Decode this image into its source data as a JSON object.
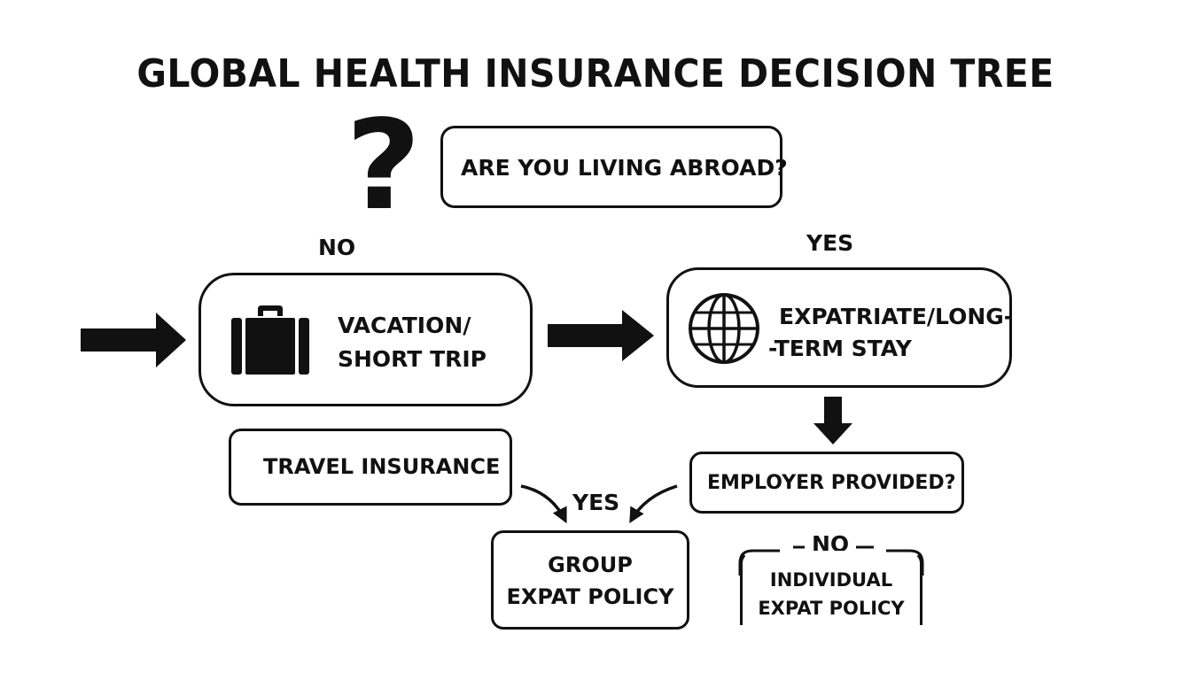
{
  "title": "GLOBAL HEALTH INSURANCE DECISION TREE",
  "question_mark": "?",
  "nodes": {
    "living_abroad": "ARE YOU LIVING ABROAD?",
    "vacation_line1": "VACATION/",
    "vacation_line2": "SHORT TRIP",
    "expat_line1": "EXPATRIATE/LONG-",
    "expat_line2": "-TERM STAY",
    "travel_insurance": "TRAVEL INSURANCE",
    "employer_provided": "EMPLOYER PROVIDED?",
    "group_line1": "GROUP",
    "group_line2": "EXPAT POLICY",
    "individual_line1": "INDIVIDUAL",
    "individual_line2": "EXPAT POLICY"
  },
  "edge_labels": {
    "no_top": "NO",
    "yes_top": "YES",
    "yes_bottom": "YES",
    "no_bottom": "NO"
  },
  "icons": {
    "suitcase": "suitcase-icon",
    "globe": "globe-icon"
  }
}
